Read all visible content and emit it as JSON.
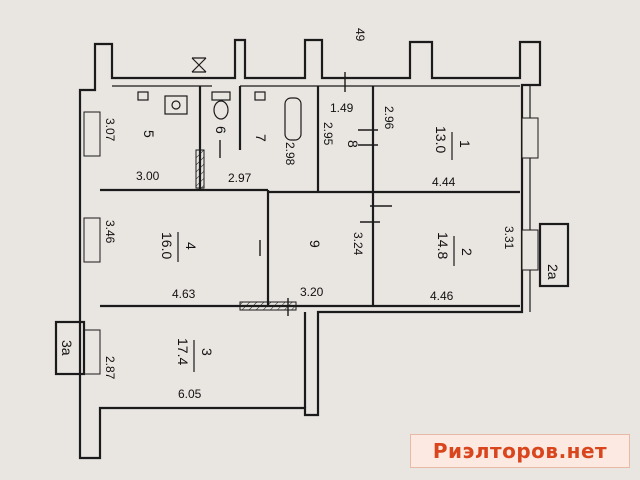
{
  "sheet_number": "49",
  "rooms": [
    {
      "id": "1",
      "number": "1",
      "area": "13.0"
    },
    {
      "id": "2",
      "number": "2",
      "area": "14.8"
    },
    {
      "id": "3",
      "number": "3",
      "area": "17.4"
    },
    {
      "id": "4",
      "number": "4",
      "area": "16.0"
    },
    {
      "id": "5",
      "number": "5",
      "area": ""
    },
    {
      "id": "6",
      "number": "6",
      "area": ""
    },
    {
      "id": "7",
      "number": "7",
      "area": ""
    },
    {
      "id": "8",
      "number": "8",
      "area": ""
    },
    {
      "id": "9",
      "number": "9",
      "area": ""
    }
  ],
  "dimensions": {
    "r1_width": "4.44",
    "r1_depth": "2.96",
    "r2_width": "4.46",
    "r2_depth": "3.31",
    "r3_width": "6.05",
    "r3_depth": "2.87",
    "r4_width": "4.63",
    "r4_depth": "3.46",
    "r5_width": "3.00",
    "r5_depth": "3.07",
    "r7_width": "2.97",
    "r7_depth": "2.98",
    "r8_width": "1.49",
    "r8_depth": "2.95",
    "r9_width": "3.20",
    "r9_depth": "3.24"
  },
  "balcony_labels": {
    "left": "3а",
    "right": "2а"
  },
  "watermark": "Риэлторов.нет"
}
